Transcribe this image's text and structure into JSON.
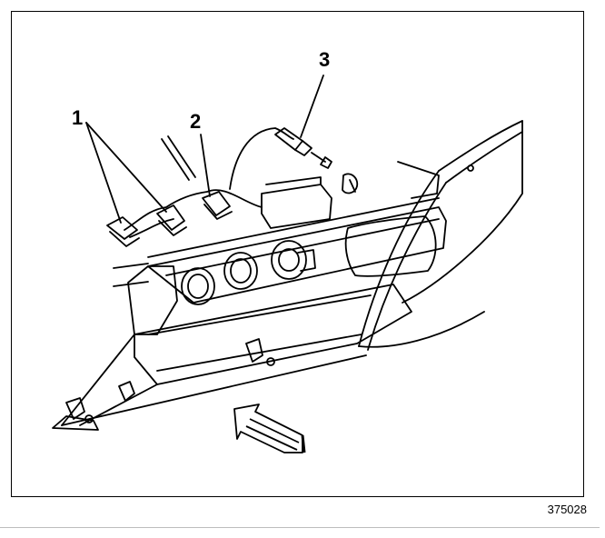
{
  "diagram": {
    "figure_number": "375028",
    "callouts": [
      {
        "label": "1"
      },
      {
        "label": "2"
      },
      {
        "label": "3"
      }
    ]
  }
}
